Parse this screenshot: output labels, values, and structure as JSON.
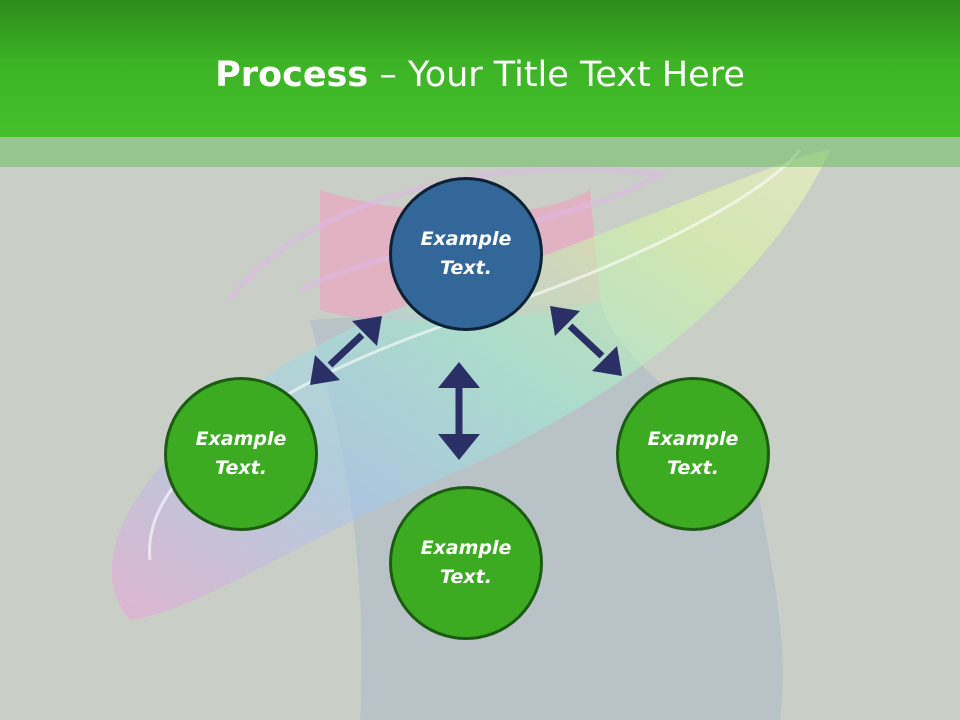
{
  "title": {
    "bold": "Process",
    "rest": " – Your Title Text Here"
  },
  "nodes": {
    "top": {
      "line1": "Example",
      "line2": "Text."
    },
    "left": {
      "line1": "Example",
      "line2": "Text."
    },
    "bottom": {
      "line1": "Example",
      "line2": "Text."
    },
    "right": {
      "line1": "Example",
      "line2": "Text."
    }
  },
  "colors": {
    "title_bar": "#3cb325",
    "center_node": "#336699",
    "outer_node": "#3cab22",
    "arrow": "#2a3066"
  }
}
